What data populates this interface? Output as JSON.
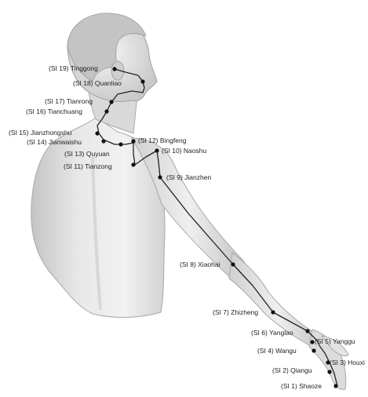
{
  "colors": {
    "skin_light": "#efefef",
    "skin_mid": "#d6d6d6",
    "skin_shadow": "#b4b4b4",
    "hair": "#c9c9c9",
    "outline": "#9a9a9a",
    "meridian": "#222222",
    "point": "#111111",
    "label_text": "#222222"
  },
  "points": [
    {
      "id": "SI 19",
      "label": "(SI 19) Tinggong"
    },
    {
      "id": "SI 18",
      "label": "(SI 18) Quanliao"
    },
    {
      "id": "SI 17",
      "label": "(SI 17) Tianrong"
    },
    {
      "id": "SI 16",
      "label": "(SI 16) Tianchuang"
    },
    {
      "id": "SI 15",
      "label": "(SI 15) Jianzhongshu"
    },
    {
      "id": "SI 14",
      "label": "(SI 14) Jianwaishu"
    },
    {
      "id": "SI 13",
      "label": "(SI 13) Quyuan"
    },
    {
      "id": "SI 12",
      "label": "(SI 12) Bingfeng"
    },
    {
      "id": "SI 11",
      "label": "(SI 11) Tianzong"
    },
    {
      "id": "SI 10",
      "label": "(SI 10) Naoshu"
    },
    {
      "id": "SI 9",
      "label": "(SI 9) Jianzhen"
    },
    {
      "id": "SI 8",
      "label": "(SI 8) Xiaohai"
    },
    {
      "id": "SI 7",
      "label": "(SI 7) Zhizheng"
    },
    {
      "id": "SI 6",
      "label": "(SI 6) Yanglao"
    },
    {
      "id": "SI 5",
      "label": "(SI 5) Yanggu"
    },
    {
      "id": "SI 4",
      "label": "(SI 4) Wangu"
    },
    {
      "id": "SI 3",
      "label": "(SI 3) Houxi"
    },
    {
      "id": "SI 2",
      "label": "(SI 2) Qiangu"
    },
    {
      "id": "SI 1",
      "label": "(SI 1) Shaoze"
    }
  ]
}
